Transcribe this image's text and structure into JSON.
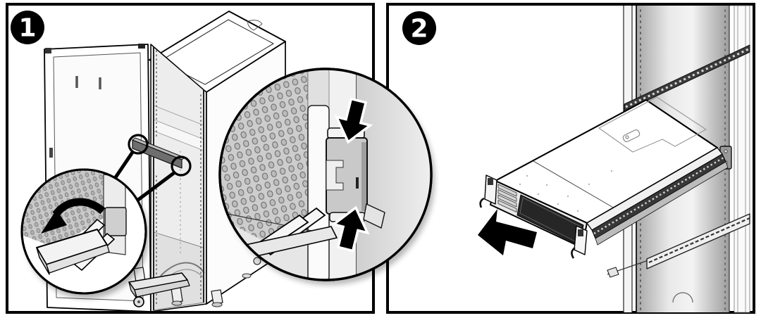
{
  "colors": {
    "background": "#ffffff",
    "panel_border": "#000000",
    "line": "#000000",
    "light_gray": "#d9d9d9",
    "mid_gray": "#bdbdbd",
    "dark_gray": "#8f8f8f",
    "bezel_dark": "#262626",
    "arrow": "#000000",
    "badge_bg": "#000000",
    "badge_text": "#ffffff"
  },
  "panels": [
    {
      "step_badge": "1",
      "alt": "Rack cabinet with front door open and anti-tilt bar extended; magnifier callouts show the leg latch squeezed (press-down and push-up arrows) and the anti-tilt leg rotated outward (curved arrow)"
    },
    {
      "step_badge": "2",
      "alt": "2U server pulled forward out of the rack on extended slide rails; solid black arrow shows the pull-out direction"
    }
  ],
  "icons": {
    "step_badge_1": "numbered-step-circle",
    "step_badge_2": "numbered-step-circle",
    "press_down_arrow": "block-arrow-down-left",
    "push_up_arrow": "block-arrow-up-right",
    "rotate_leg_arrow": "curved-arrow-counterclockwise",
    "pull_out_arrow": "block-arrow-down-left",
    "magnifier_small": "callout-circle",
    "magnifier_large": "callout-circle"
  }
}
